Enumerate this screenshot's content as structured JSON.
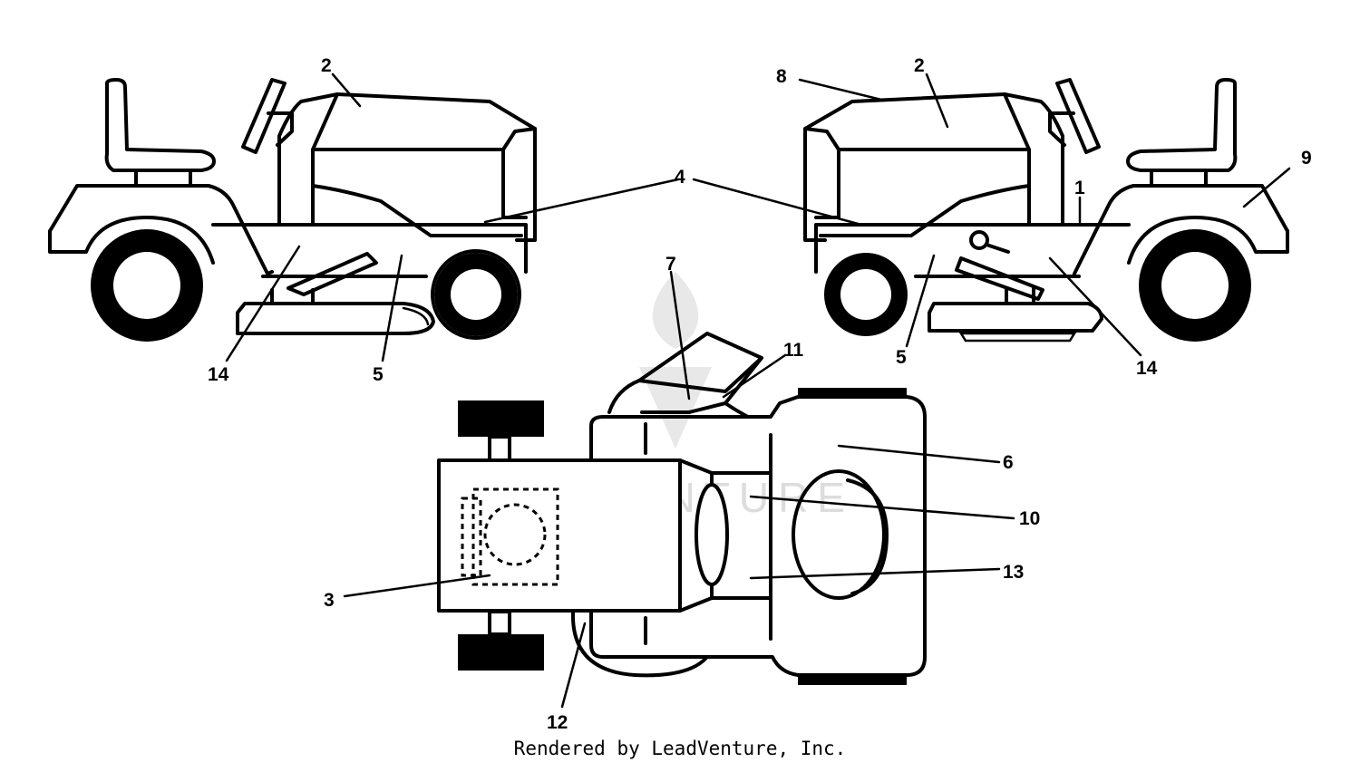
{
  "watermark": {
    "text": "LEADVENTURE"
  },
  "footer": {
    "text": "Rendered by LeadVenture, Inc."
  },
  "callouts": {
    "left_2": "2",
    "left_4": "4",
    "left_14": "14",
    "left_5": "5",
    "right_8": "8",
    "right_2": "2",
    "right_1": "1",
    "right_9": "9",
    "right_5": "5",
    "right_14": "14",
    "top_7": "7",
    "top_11": "11",
    "top_6": "6",
    "top_10": "10",
    "top_13": "13",
    "top_3": "3",
    "top_12": "12"
  }
}
